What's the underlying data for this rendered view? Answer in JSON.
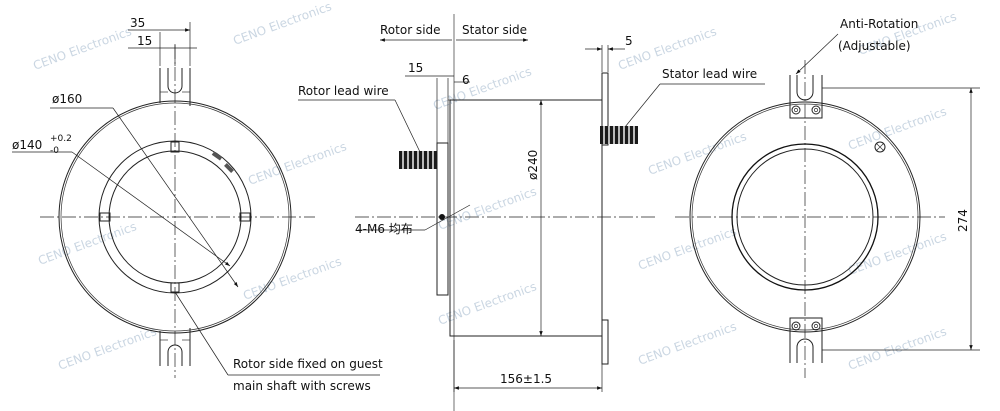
{
  "labels": {
    "rotor_side": "Rotor side",
    "stator_side": "Stator side",
    "rotor_lead_wire": "Rotor lead wire",
    "stator_lead_wire": "Stator lead wire",
    "anti_rotation": "Anti-Rotation",
    "adjustable": "(Adjustable)",
    "bolts": "4-M6 均布",
    "note_line1": "Rotor side fixed on guest",
    "note_line2": "main shaft with screws"
  },
  "dimensions": {
    "d35": "35",
    "d15_left": "15",
    "d160": "ø160",
    "d140": "ø140",
    "d140_tol_upper": "+0.2",
    "d140_tol_lower": "-0",
    "d15_mid": "15",
    "d6": "6",
    "d240": "ø240",
    "d156": "156±1.5",
    "d5": "5",
    "d274": "274"
  },
  "watermark": "CENO Electronics"
}
